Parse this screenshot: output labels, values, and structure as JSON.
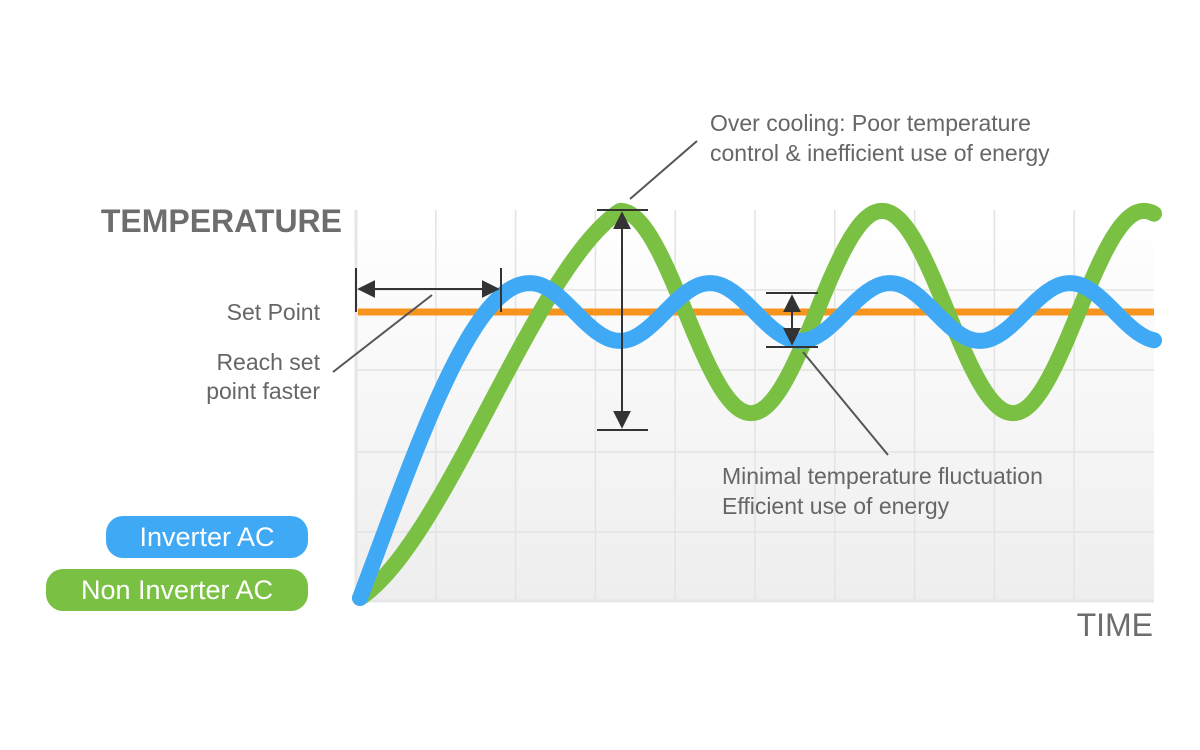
{
  "chart_data": {
    "type": "line",
    "axes": {
      "y_label": "TEMPERATURE",
      "x_label": "TIME",
      "grid": true,
      "ticks_shown": false
    },
    "set_point": {
      "label": "Set Point",
      "color": "#F7941D"
    },
    "series": [
      {
        "name": "Inverter AC",
        "color": "#3FA9F5",
        "behavior": "rises quickly to set point, then small oscillation around it",
        "overshoot_fraction": 0.1,
        "undershoot_fraction": 0.1
      },
      {
        "name": "Non Inverter AC",
        "color": "#7AC143",
        "behavior": "rises slowly, large oscillation around set point",
        "overshoot_fraction": 0.35,
        "undershoot_fraction": 0.35
      }
    ],
    "annotations": [
      {
        "id": "overcooling",
        "lines": [
          "Over cooling: Poor temperature",
          "control & inefficient use of energy"
        ]
      },
      {
        "id": "faster",
        "lines": [
          "Reach set",
          "point faster"
        ]
      },
      {
        "id": "fluctuation",
        "lines": [
          "Minimal temperature fluctuation",
          "Efficient use of energy"
        ]
      }
    ]
  }
}
